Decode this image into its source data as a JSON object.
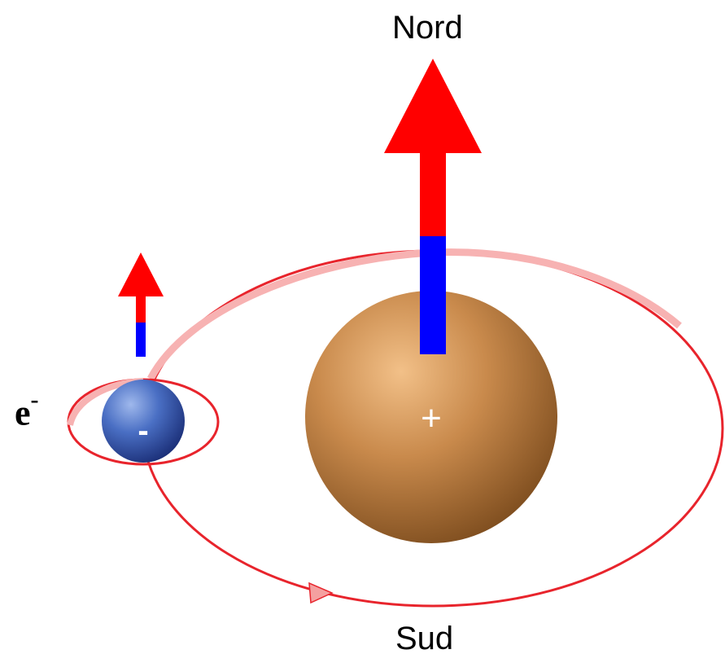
{
  "labels": {
    "north": "Nord",
    "south": "Sud",
    "electron_symbol": "e",
    "electron_superscript": "-",
    "electron_charge": "-",
    "nucleus_charge": "+"
  },
  "colors": {
    "orbit": "#e8242c",
    "arrow_head": "#ff0000",
    "arrow_blue": "#0000ff",
    "nucleus": "#c8874a",
    "electron": "#3a62b8"
  },
  "icons": {
    "north_pole": "red-arrow",
    "south_pole": "blue-arrow-tail"
  }
}
